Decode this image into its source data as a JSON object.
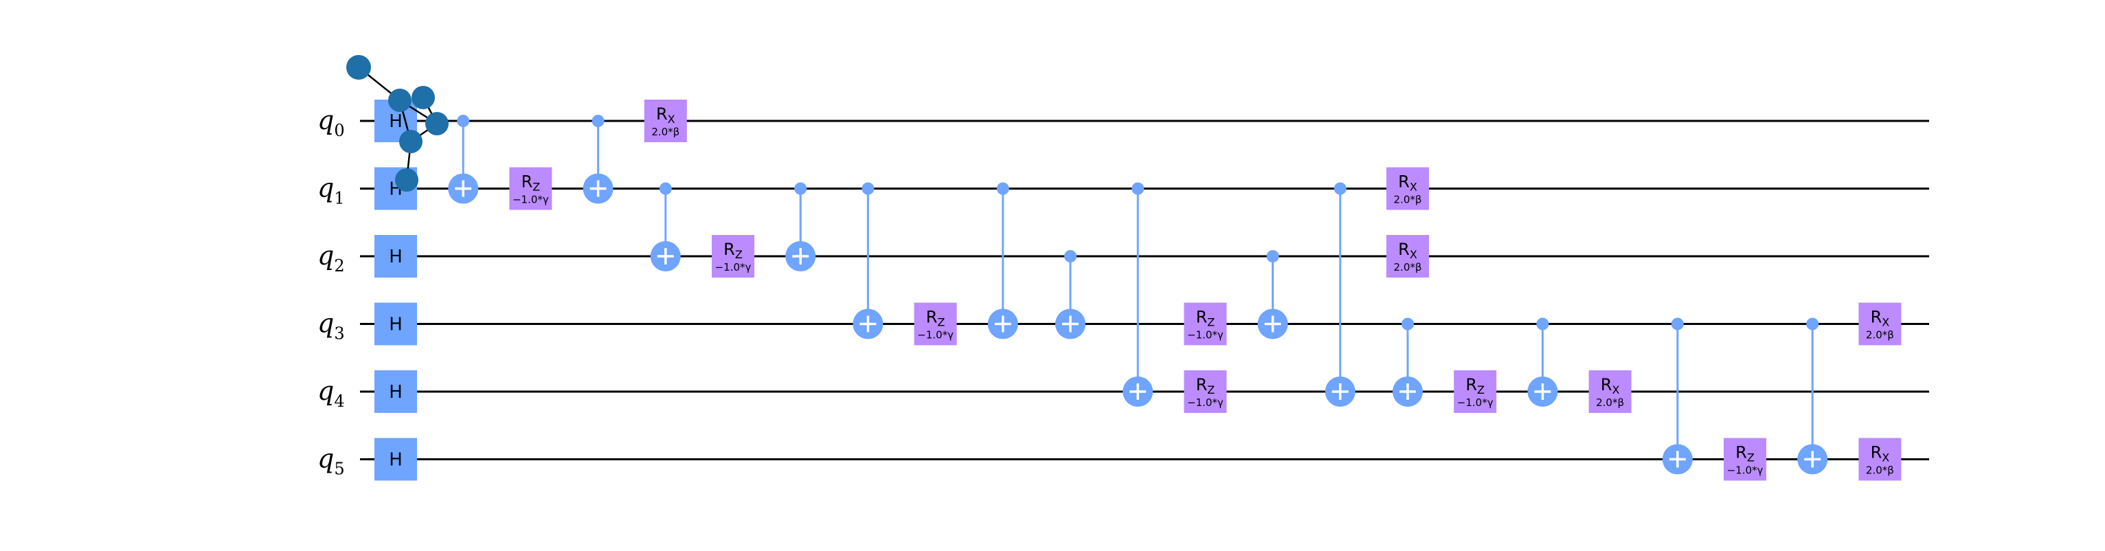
{
  "diagram": {
    "colors": {
      "hadamard": "#6FA4FF",
      "rotation": "#BB8BFF",
      "control": "#6FA4FF",
      "wire": "#000000",
      "logo": "#1F6FA8"
    },
    "qubits": [
      {
        "name": "q",
        "index": "0"
      },
      {
        "name": "q",
        "index": "1"
      },
      {
        "name": "q",
        "index": "2"
      },
      {
        "name": "q",
        "index": "3"
      },
      {
        "name": "q",
        "index": "4"
      },
      {
        "name": "q",
        "index": "5"
      }
    ],
    "gates": [
      {
        "type": "H",
        "label": "H",
        "qubit": 0,
        "col": 0
      },
      {
        "type": "H",
        "label": "H",
        "qubit": 1,
        "col": 0
      },
      {
        "type": "H",
        "label": "H",
        "qubit": 2,
        "col": 0
      },
      {
        "type": "H",
        "label": "H",
        "qubit": 3,
        "col": 0
      },
      {
        "type": "H",
        "label": "H",
        "qubit": 4,
        "col": 0
      },
      {
        "type": "H",
        "label": "H",
        "qubit": 5,
        "col": 0
      },
      {
        "type": "CX",
        "control": 0,
        "target": 1,
        "col": 1
      },
      {
        "type": "RZ",
        "label": "R",
        "sub": "Z",
        "param": "−1.0*γ",
        "qubit": 1,
        "col": 2
      },
      {
        "type": "CX",
        "control": 0,
        "target": 1,
        "col": 3
      },
      {
        "type": "RX",
        "label": "R",
        "sub": "X",
        "param": "2.0*β",
        "qubit": 0,
        "col": 4
      },
      {
        "type": "CX",
        "control": 1,
        "target": 2,
        "col": 4
      },
      {
        "type": "RZ",
        "label": "R",
        "sub": "Z",
        "param": "−1.0*γ",
        "qubit": 2,
        "col": 5
      },
      {
        "type": "CX",
        "control": 1,
        "target": 2,
        "col": 6
      },
      {
        "type": "CX",
        "control": 1,
        "target": 3,
        "col": 7
      },
      {
        "type": "RZ",
        "label": "R",
        "sub": "Z",
        "param": "−1.0*γ",
        "qubit": 3,
        "col": 8
      },
      {
        "type": "CX",
        "control": 1,
        "target": 3,
        "col": 9
      },
      {
        "type": "CX",
        "control": 2,
        "target": 3,
        "col": 10
      },
      {
        "type": "CX",
        "control": 1,
        "target": 4,
        "col": 11
      },
      {
        "type": "RZ",
        "label": "R",
        "sub": "Z",
        "param": "−1.0*γ",
        "qubit": 3,
        "col": 12
      },
      {
        "type": "RZ",
        "label": "R",
        "sub": "Z",
        "param": "−1.0*γ",
        "qubit": 4,
        "col": 12
      },
      {
        "type": "CX",
        "control": 2,
        "target": 3,
        "col": 13
      },
      {
        "type": "CX",
        "control": 1,
        "target": 4,
        "col": 14
      },
      {
        "type": "RX",
        "label": "R",
        "sub": "X",
        "param": "2.0*β",
        "qubit": 1,
        "col": 15
      },
      {
        "type": "RX",
        "label": "R",
        "sub": "X",
        "param": "2.0*β",
        "qubit": 2,
        "col": 15
      },
      {
        "type": "CX",
        "control": 3,
        "target": 4,
        "col": 15
      },
      {
        "type": "RZ",
        "label": "R",
        "sub": "Z",
        "param": "−1.0*γ",
        "qubit": 4,
        "col": 16
      },
      {
        "type": "CX",
        "control": 3,
        "target": 4,
        "col": 17
      },
      {
        "type": "RX",
        "label": "R",
        "sub": "X",
        "param": "2.0*β",
        "qubit": 4,
        "col": 18
      },
      {
        "type": "CX",
        "control": 3,
        "target": 5,
        "col": 19
      },
      {
        "type": "RZ",
        "label": "R",
        "sub": "Z",
        "param": "−1.0*γ",
        "qubit": 5,
        "col": 20
      },
      {
        "type": "CX",
        "control": 3,
        "target": 5,
        "col": 21
      },
      {
        "type": "RX",
        "label": "R",
        "sub": "X",
        "param": "2.0*β",
        "qubit": 3,
        "col": 22
      },
      {
        "type": "RX",
        "label": "R",
        "sub": "X",
        "param": "2.0*β",
        "qubit": 5,
        "col": 22
      }
    ]
  }
}
